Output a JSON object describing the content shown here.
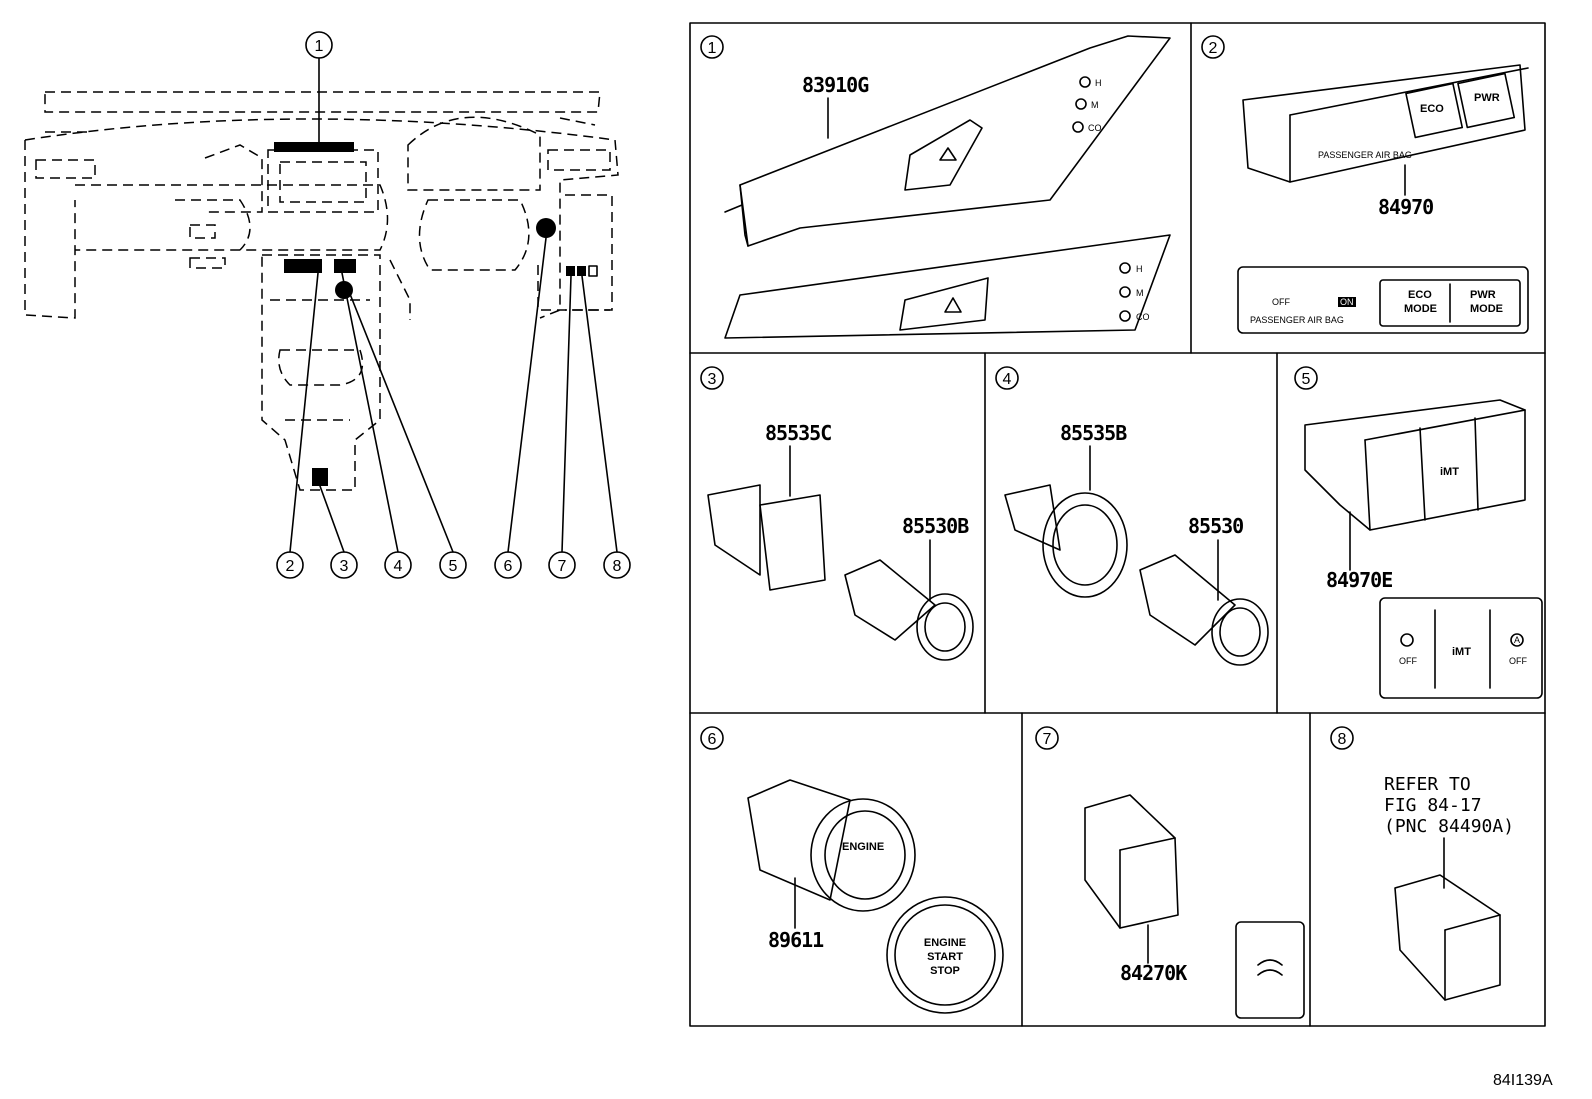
{
  "callouts": [
    "1",
    "2",
    "3",
    "4",
    "5",
    "6",
    "7",
    "8"
  ],
  "panels": {
    "p1": {
      "num": "1",
      "part": "83910G",
      "leds": [
        "H",
        "M",
        "CO"
      ]
    },
    "p2": {
      "num": "2",
      "part": "84970",
      "airbag_off": "OFF",
      "airbag_on": "ON",
      "airbag_label": "PASSENGER AIR BAG",
      "eco1": "ECO",
      "eco2": "MODE",
      "pwr1": "PWR",
      "pwr2": "MODE"
    },
    "p3": {
      "num": "3",
      "part_a": "85535C",
      "part_b": "85530B"
    },
    "p4": {
      "num": "4",
      "part_a": "85535B",
      "part_b": "85530"
    },
    "p5": {
      "num": "5",
      "part": "84970E",
      "btn_left": "OFF",
      "btn_mid": "iMT",
      "btn_right": "OFF",
      "auto_symbol": "A"
    },
    "p6": {
      "num": "6",
      "part": "89611",
      "btn1": "ENGINE",
      "btn2": "START",
      "btn3": "STOP"
    },
    "p7": {
      "num": "7",
      "part": "84270K"
    },
    "p8": {
      "num": "8",
      "ref1": "REFER TO",
      "ref2": "FIG 84-17",
      "ref3": "(PNC 84490A)"
    }
  },
  "figure_code": "84I139A"
}
